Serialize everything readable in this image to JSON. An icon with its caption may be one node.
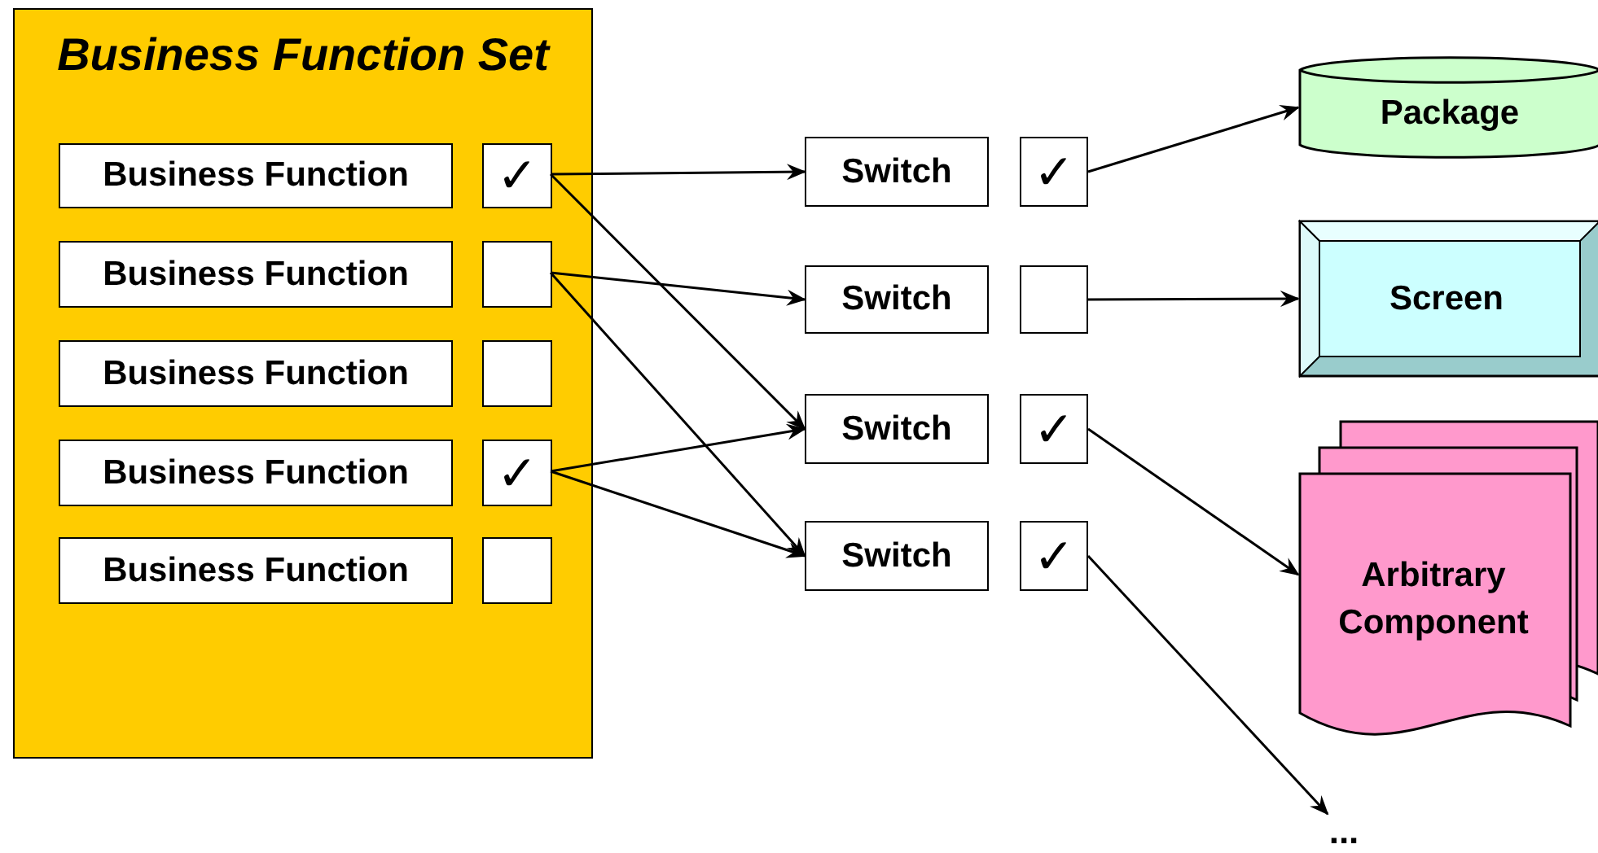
{
  "diagram": {
    "nodes": [
      {
        "text": [
          "Business Function Set"
        ]
      },
      {
        "text": [
          "Business Function"
        ],
        "in": 0
      },
      {
        "text": [
          "✓"
        ],
        "in": 0
      },
      {
        "text": [
          "Business Function"
        ],
        "in": 0
      },
      {
        "text": [],
        "shape": "box",
        "in": 0
      },
      {
        "text": [
          "Business Function"
        ],
        "in": 0
      },
      {
        "text": [],
        "shape": "box",
        "in": 0
      },
      {
        "text": [
          "Business Function"
        ],
        "in": 0
      },
      {
        "text": [
          "✓"
        ],
        "in": 0
      },
      {
        "text": [
          "Business Function"
        ],
        "in": 0
      },
      {
        "text": [],
        "shape": "box",
        "in": 0
      },
      {
        "text": [
          "Switch"
        ]
      },
      {
        "text": [
          "✓"
        ]
      },
      {
        "text": [
          "Package"
        ]
      },
      {
        "text": [
          "Switch"
        ]
      },
      {
        "text": [],
        "shape": "box"
      },
      {
        "text": [
          "Screen"
        ]
      },
      {
        "text": [
          "Switch"
        ]
      },
      {
        "text": [
          "✓"
        ]
      },
      {
        "text": [
          "Arbitrary Component"
        ]
      },
      {
        "text": [
          "Switch"
        ]
      },
      {
        "text": [
          "✓"
        ]
      },
      {
        "text": [
          "..."
        ]
      }
    ],
    "edges": [
      {
        "from": 2,
        "to": 11,
        "arrow": "to"
      },
      {
        "from": 2,
        "to": 17,
        "arrow": "to"
      },
      {
        "from": 4,
        "to": 14,
        "arrow": "to"
      },
      {
        "from": 4,
        "to": 20,
        "arrow": "to"
      },
      {
        "from": 8,
        "to": 17,
        "arrow": "to"
      },
      {
        "from": 8,
        "to": 20,
        "arrow": "to"
      },
      {
        "from": 12,
        "to": 13,
        "arrow": "to"
      },
      {
        "from": 15,
        "to": 16,
        "arrow": "to"
      },
      {
        "from": 18,
        "to": 19,
        "arrow": "to"
      },
      {
        "from": 21,
        "to": 22,
        "arrow": "to"
      }
    ]
  }
}
